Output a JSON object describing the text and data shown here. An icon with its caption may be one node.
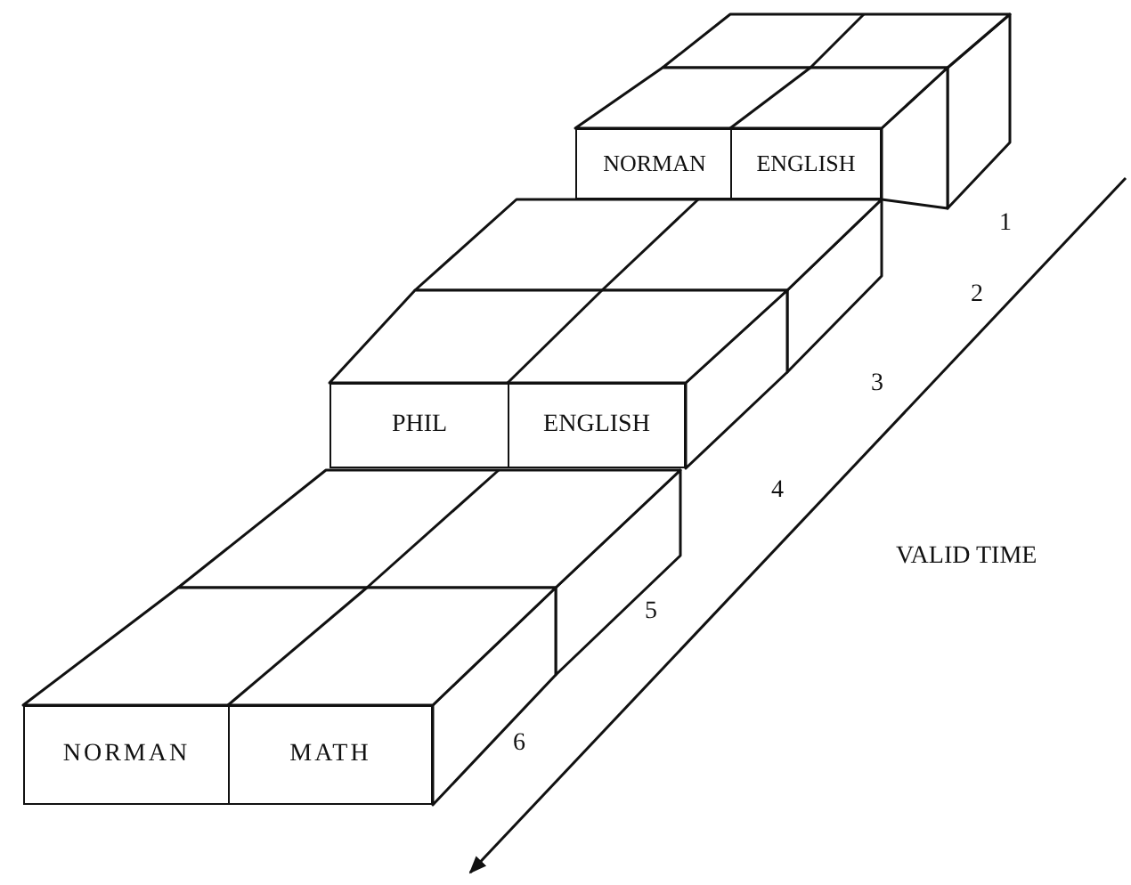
{
  "diagram": {
    "nodes": [
      {
        "text": [
          "NORMAN"
        ]
      },
      {
        "text": [
          "ENGLISH"
        ]
      },
      {
        "text": [
          "PHIL"
        ]
      },
      {
        "text": [
          "ENGLISH"
        ]
      },
      {
        "text": [
          "NORMAN"
        ]
      },
      {
        "text": [
          "MATH"
        ]
      }
    ],
    "labels": [
      "1",
      "2",
      "3",
      "4",
      "5",
      "6",
      "VALID TIME"
    ]
  }
}
